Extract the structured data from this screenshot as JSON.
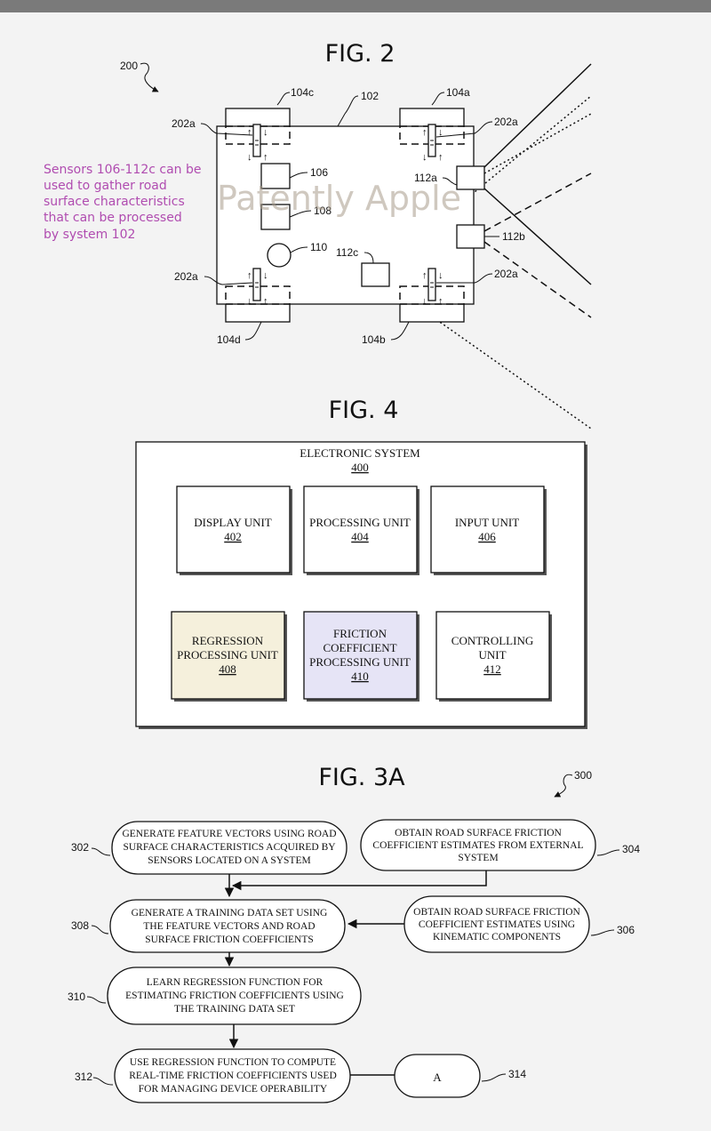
{
  "colors": {
    "page_background": "#f3f3f3",
    "top_bar": "#7a7a7a",
    "annotation_text": "#b04cb0",
    "regression_box_fill": "#f5f0dc",
    "friction_box_fill": "#e6e4f6",
    "watermark": "#a89a8a"
  },
  "fig2": {
    "title": "FIG. 2",
    "refs": {
      "system": "200",
      "vehicle_body": "102",
      "wheel_fl": "104c",
      "wheel_fr": "104a",
      "wheel_rl": "104d",
      "wheel_rr": "104b",
      "wheel_sensor_fl": "202a",
      "wheel_sensor_fr": "202a",
      "wheel_sensor_rl": "202a",
      "wheel_sensor_rr": "202a",
      "unit_106": "106",
      "unit_108": "108",
      "unit_110": "110",
      "sensor_112a": "112a",
      "sensor_112b": "112b",
      "sensor_112c": "112c"
    },
    "annotation": [
      "Sensors 106-112c can be",
      "used to gather road",
      "surface characteristics",
      "that can be processed",
      "by system 102"
    ],
    "watermark": "Patently Apple"
  },
  "fig4": {
    "title": "FIG. 4",
    "system": {
      "label": "ELECTRONIC SYSTEM",
      "ref": "400"
    },
    "units": [
      {
        "lines": [
          "DISPLAY UNIT"
        ],
        "ref": "402"
      },
      {
        "lines": [
          "PROCESSING UNIT"
        ],
        "ref": "404"
      },
      {
        "lines": [
          "INPUT UNIT"
        ],
        "ref": "406"
      },
      {
        "lines": [
          "REGRESSION",
          "PROCESSING UNIT"
        ],
        "ref": "408"
      },
      {
        "lines": [
          "FRICTION",
          "COEFFICIENT",
          "PROCESSING UNIT"
        ],
        "ref": "410"
      },
      {
        "lines": [
          "CONTROLLING",
          "UNIT"
        ],
        "ref": "412"
      }
    ]
  },
  "fig3a": {
    "title": "FIG. 3A",
    "ref": "300",
    "steps": [
      {
        "ref": "302",
        "lines": [
          "GENERATE FEATURE VECTORS USING ROAD",
          "SURFACE CHARACTERISTICS ACQUIRED BY",
          "SENSORS LOCATED ON A SYSTEM"
        ]
      },
      {
        "ref": "304",
        "lines": [
          "OBTAIN ROAD SURFACE FRICTION",
          "COEFFICIENT ESTIMATES FROM EXTERNAL",
          "SYSTEM"
        ]
      },
      {
        "ref": "308",
        "lines": [
          "GENERATE A TRAINING DATA SET USING",
          "THE FEATURE VECTORS AND ROAD",
          "SURFACE FRICTION COEFFICIENTS"
        ]
      },
      {
        "ref": "306",
        "lines": [
          "OBTAIN ROAD SURFACE FRICTION",
          "COEFFICIENT ESTIMATES USING",
          "KINEMATIC COMPONENTS"
        ]
      },
      {
        "ref": "310",
        "lines": [
          "LEARN REGRESSION FUNCTION FOR",
          "ESTIMATING FRICTION COEFFICIENTS USING",
          "THE TRAINING DATA SET"
        ]
      },
      {
        "ref": "312",
        "lines": [
          "USE REGRESSION FUNCTION TO COMPUTE",
          "REAL-TIME FRICTION COEFFICIENTS USED",
          "FOR MANAGING DEVICE OPERABILITY"
        ]
      },
      {
        "ref": "314",
        "lines": [
          "A"
        ]
      }
    ]
  }
}
